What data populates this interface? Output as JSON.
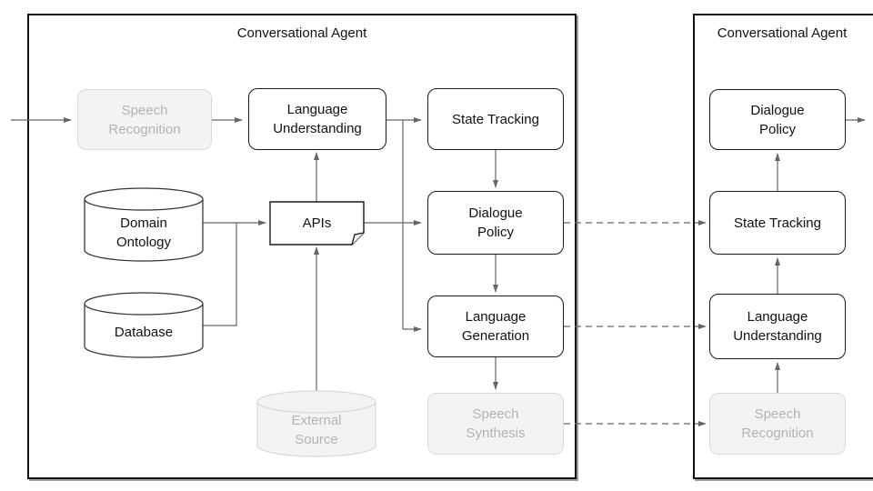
{
  "left_agent": {
    "title": "Conversational Agent",
    "speech_recognition": "Speech\nRecognition",
    "language_understanding": "Language\nUnderstanding",
    "state_tracking": "State Tracking",
    "domain_ontology": "Domain\nOntology",
    "apis": "APIs",
    "dialogue_policy": "Dialogue\nPolicy",
    "database": "Database",
    "language_generation": "Language\nGeneration",
    "external_source": "External\nSource",
    "speech_synthesis": "Speech\nSynthesis"
  },
  "right_agent": {
    "title": "Conversational Agent",
    "dialogue_policy": "Dialogue\nPolicy",
    "state_tracking": "State Tracking",
    "language_understanding": "Language\nUnderstanding",
    "speech_recognition": "Speech\nRecognition"
  },
  "colors": {
    "active_fill": "#ffffff",
    "active_border": "#1a1a1a",
    "active_text": "#111111",
    "inactive_fill": "#f3f3f3",
    "inactive_border": "#d9d9d9",
    "inactive_text": "#b3b3b3",
    "connector": "#666666",
    "frame_border": "#111111",
    "frame_shadow": "#9e9e9e"
  }
}
